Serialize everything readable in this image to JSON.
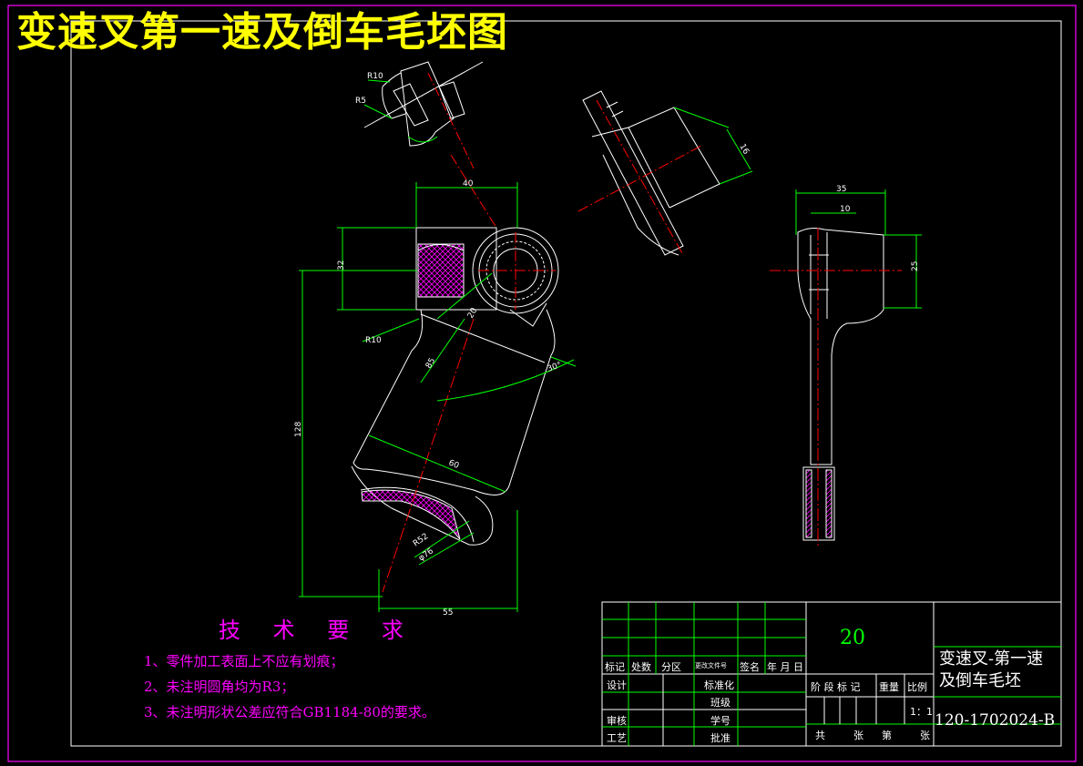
{
  "title": "变速叉第一速及倒车毛坯图",
  "tech_requirements": {
    "heading": "技 术 要 求",
    "items": [
      "1、零件加工表面上不应有划痕；",
      "2、未注明圆角均为R3；",
      "3、未注明形状公差应符合GB1184-80的要求。"
    ]
  },
  "dimensions": {
    "d40": "40",
    "d32": "32",
    "d128": "128",
    "d55": "55",
    "d60": "60",
    "d35": "35",
    "d10": "10",
    "d25": "25",
    "d16": "16",
    "d20": "20",
    "d85": "85",
    "r10_top": "R10",
    "r5": "R5",
    "r10_left": "R10",
    "angle30": "30°",
    "r52": "R52",
    "phi76": "φ76"
  },
  "title_block": {
    "quantity": "20",
    "part_name_line1": "变速叉-第一速",
    "part_name_line2": "及倒车毛坯",
    "drawing_number": "120-1702024-B",
    "scale": "1：1",
    "labels": {
      "mark": "标记",
      "count": "处数",
      "zone": "分区",
      "change_doc": "更改文件号",
      "signature": "签名",
      "date": "年 月 日",
      "design": "设计",
      "standardization": "标准化",
      "class": "班级",
      "review": "审核",
      "student_id": "学号",
      "process": "工艺",
      "approve": "批准",
      "stage_mark": "阶 段 标 记",
      "weight": "重量",
      "ratio": "比例",
      "total": "共",
      "sheets": "张",
      "sheet_no": "第",
      "sheet_unit": "张"
    }
  },
  "colors": {
    "background": "#000000",
    "frame": "#ff00ff",
    "outline": "#ffffff",
    "dimension": "#00ff00",
    "centerline": "#ff0000",
    "title": "#ffff00",
    "hatch": "#ff00ff"
  }
}
